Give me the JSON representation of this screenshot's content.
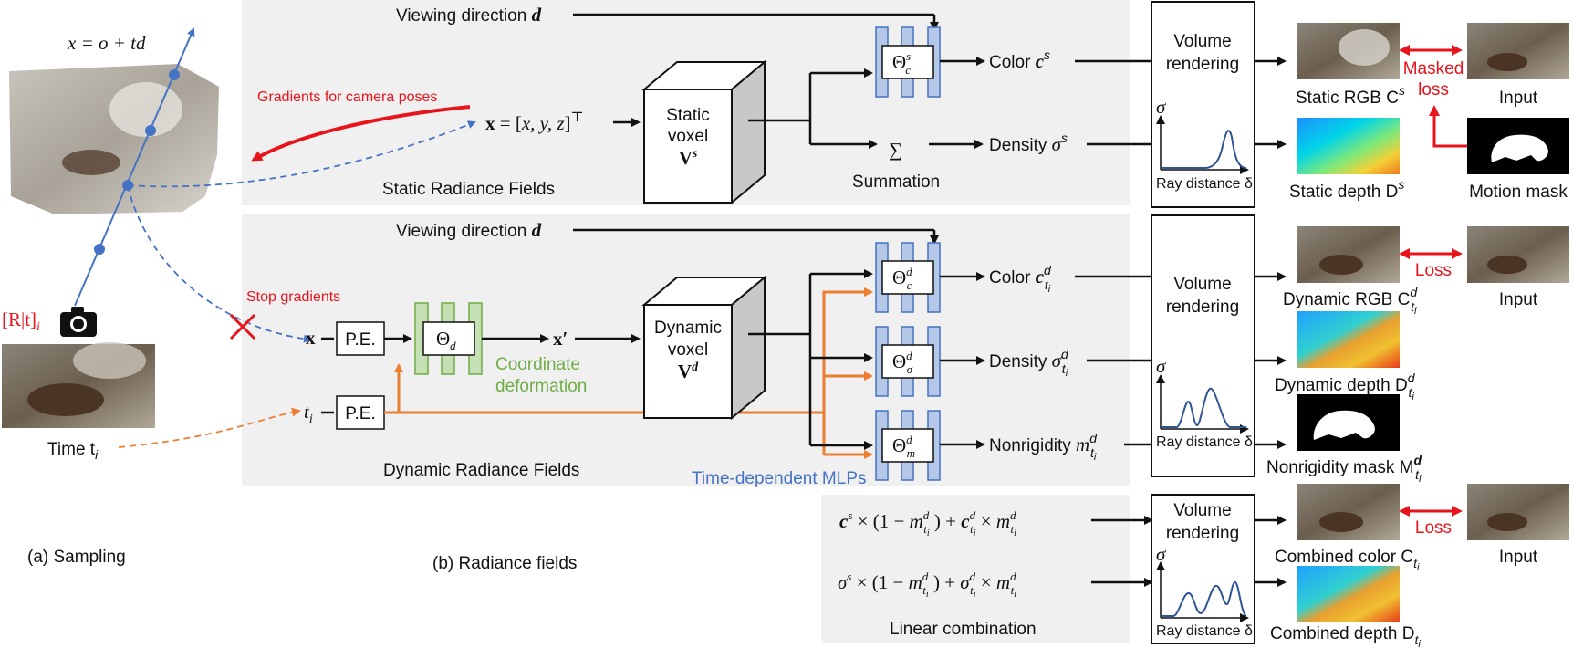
{
  "sampling": {
    "ray_equation": "x = o + td",
    "camera_pose": "[R|t]",
    "camera_pose_sub": "i",
    "time_label": "Time t",
    "time_sub": "i",
    "caption": "(a) Sampling",
    "icons": [
      "camera-icon",
      "point-cloud-image",
      "input-frame-image"
    ]
  },
  "radiance_fields": {
    "caption": "(b) Radiance fields",
    "gradients_label": "Gradients for camera poses",
    "stop_gradients_label": "Stop gradients",
    "static": {
      "panel_label": "Static Radiance Fields",
      "viewing_direction": "Viewing direction d",
      "point": "x = [x, y, z]",
      "point_sup": "⊤",
      "voxel": [
        "Static",
        "voxel",
        "V"
      ],
      "voxel_sup": "s",
      "mlp_color": "Θ",
      "mlp_color_sup": "s",
      "mlp_color_sub": "c",
      "summation_label": "Summation",
      "summation_symbol": "∑",
      "out_color": "Color c",
      "out_color_sup": "s",
      "out_density": "Density σ",
      "out_density_sup": "s"
    },
    "dynamic": {
      "panel_label": "Dynamic Radiance Fields",
      "viewing_direction": "Viewing direction d",
      "x_input": "x",
      "t_input": "t",
      "t_sub": "i",
      "pe_label": "P.E.",
      "deform_mlp": "Θ",
      "deform_mlp_sub": "d",
      "deform_label": [
        "Coordinate",
        "deformation"
      ],
      "x_prime": "x′",
      "voxel": [
        "Dynamic",
        "voxel",
        "V"
      ],
      "voxel_sup": "d",
      "mlp_color": "Θ",
      "mlp_color_sup": "d",
      "mlp_color_sub": "c",
      "mlp_density": "Θ",
      "mlp_density_sup": "d",
      "mlp_density_sub": "σ",
      "mlp_nonrigid": "Θ",
      "mlp_nonrigid_sup": "d",
      "mlp_nonrigid_sub": "m",
      "time_mlps_label": "Time-dependent MLPs",
      "out_color": "Color c",
      "out_density": "Density σ",
      "out_nonrigid": "Nonrigidity m",
      "out_sup": "d",
      "out_sub": "t",
      "out_sub2": "i"
    },
    "linear": {
      "panel_label": "Linear combination",
      "color_formula": "c",
      "density_formula": "σ"
    }
  },
  "rendering": {
    "volume_label": [
      "Volume",
      "rendering"
    ],
    "sigma": "σ",
    "ray_distance": "Ray distance δ"
  },
  "outputs": {
    "static_rgb": "Static RGB C",
    "static_rgb_sup": "s",
    "static_depth": "Static depth D",
    "static_depth_sup": "s",
    "masked_loss": [
      "Masked",
      "loss"
    ],
    "input": "Input",
    "motion_mask": "Motion mask",
    "dynamic_rgb": "Dynamic RGB C",
    "dynamic_depth": "Dynamic depth D",
    "nonrigid_mask": "Nonrigidity mask M",
    "loss": "Loss",
    "combined_color": "Combined color C",
    "combined_depth": "Combined depth D",
    "sup_d": "d",
    "sub_t": "t",
    "sub_i": "i"
  },
  "colors": {
    "static_blue": "#4472c4",
    "mlp_fill": "#b4c7e7",
    "deform_green": "#6fac46",
    "deform_fill": "#c5e0b4",
    "time_orange": "#ed7d31",
    "loss_red": "#e8141b",
    "panel_gray": "#f0f0f0"
  }
}
